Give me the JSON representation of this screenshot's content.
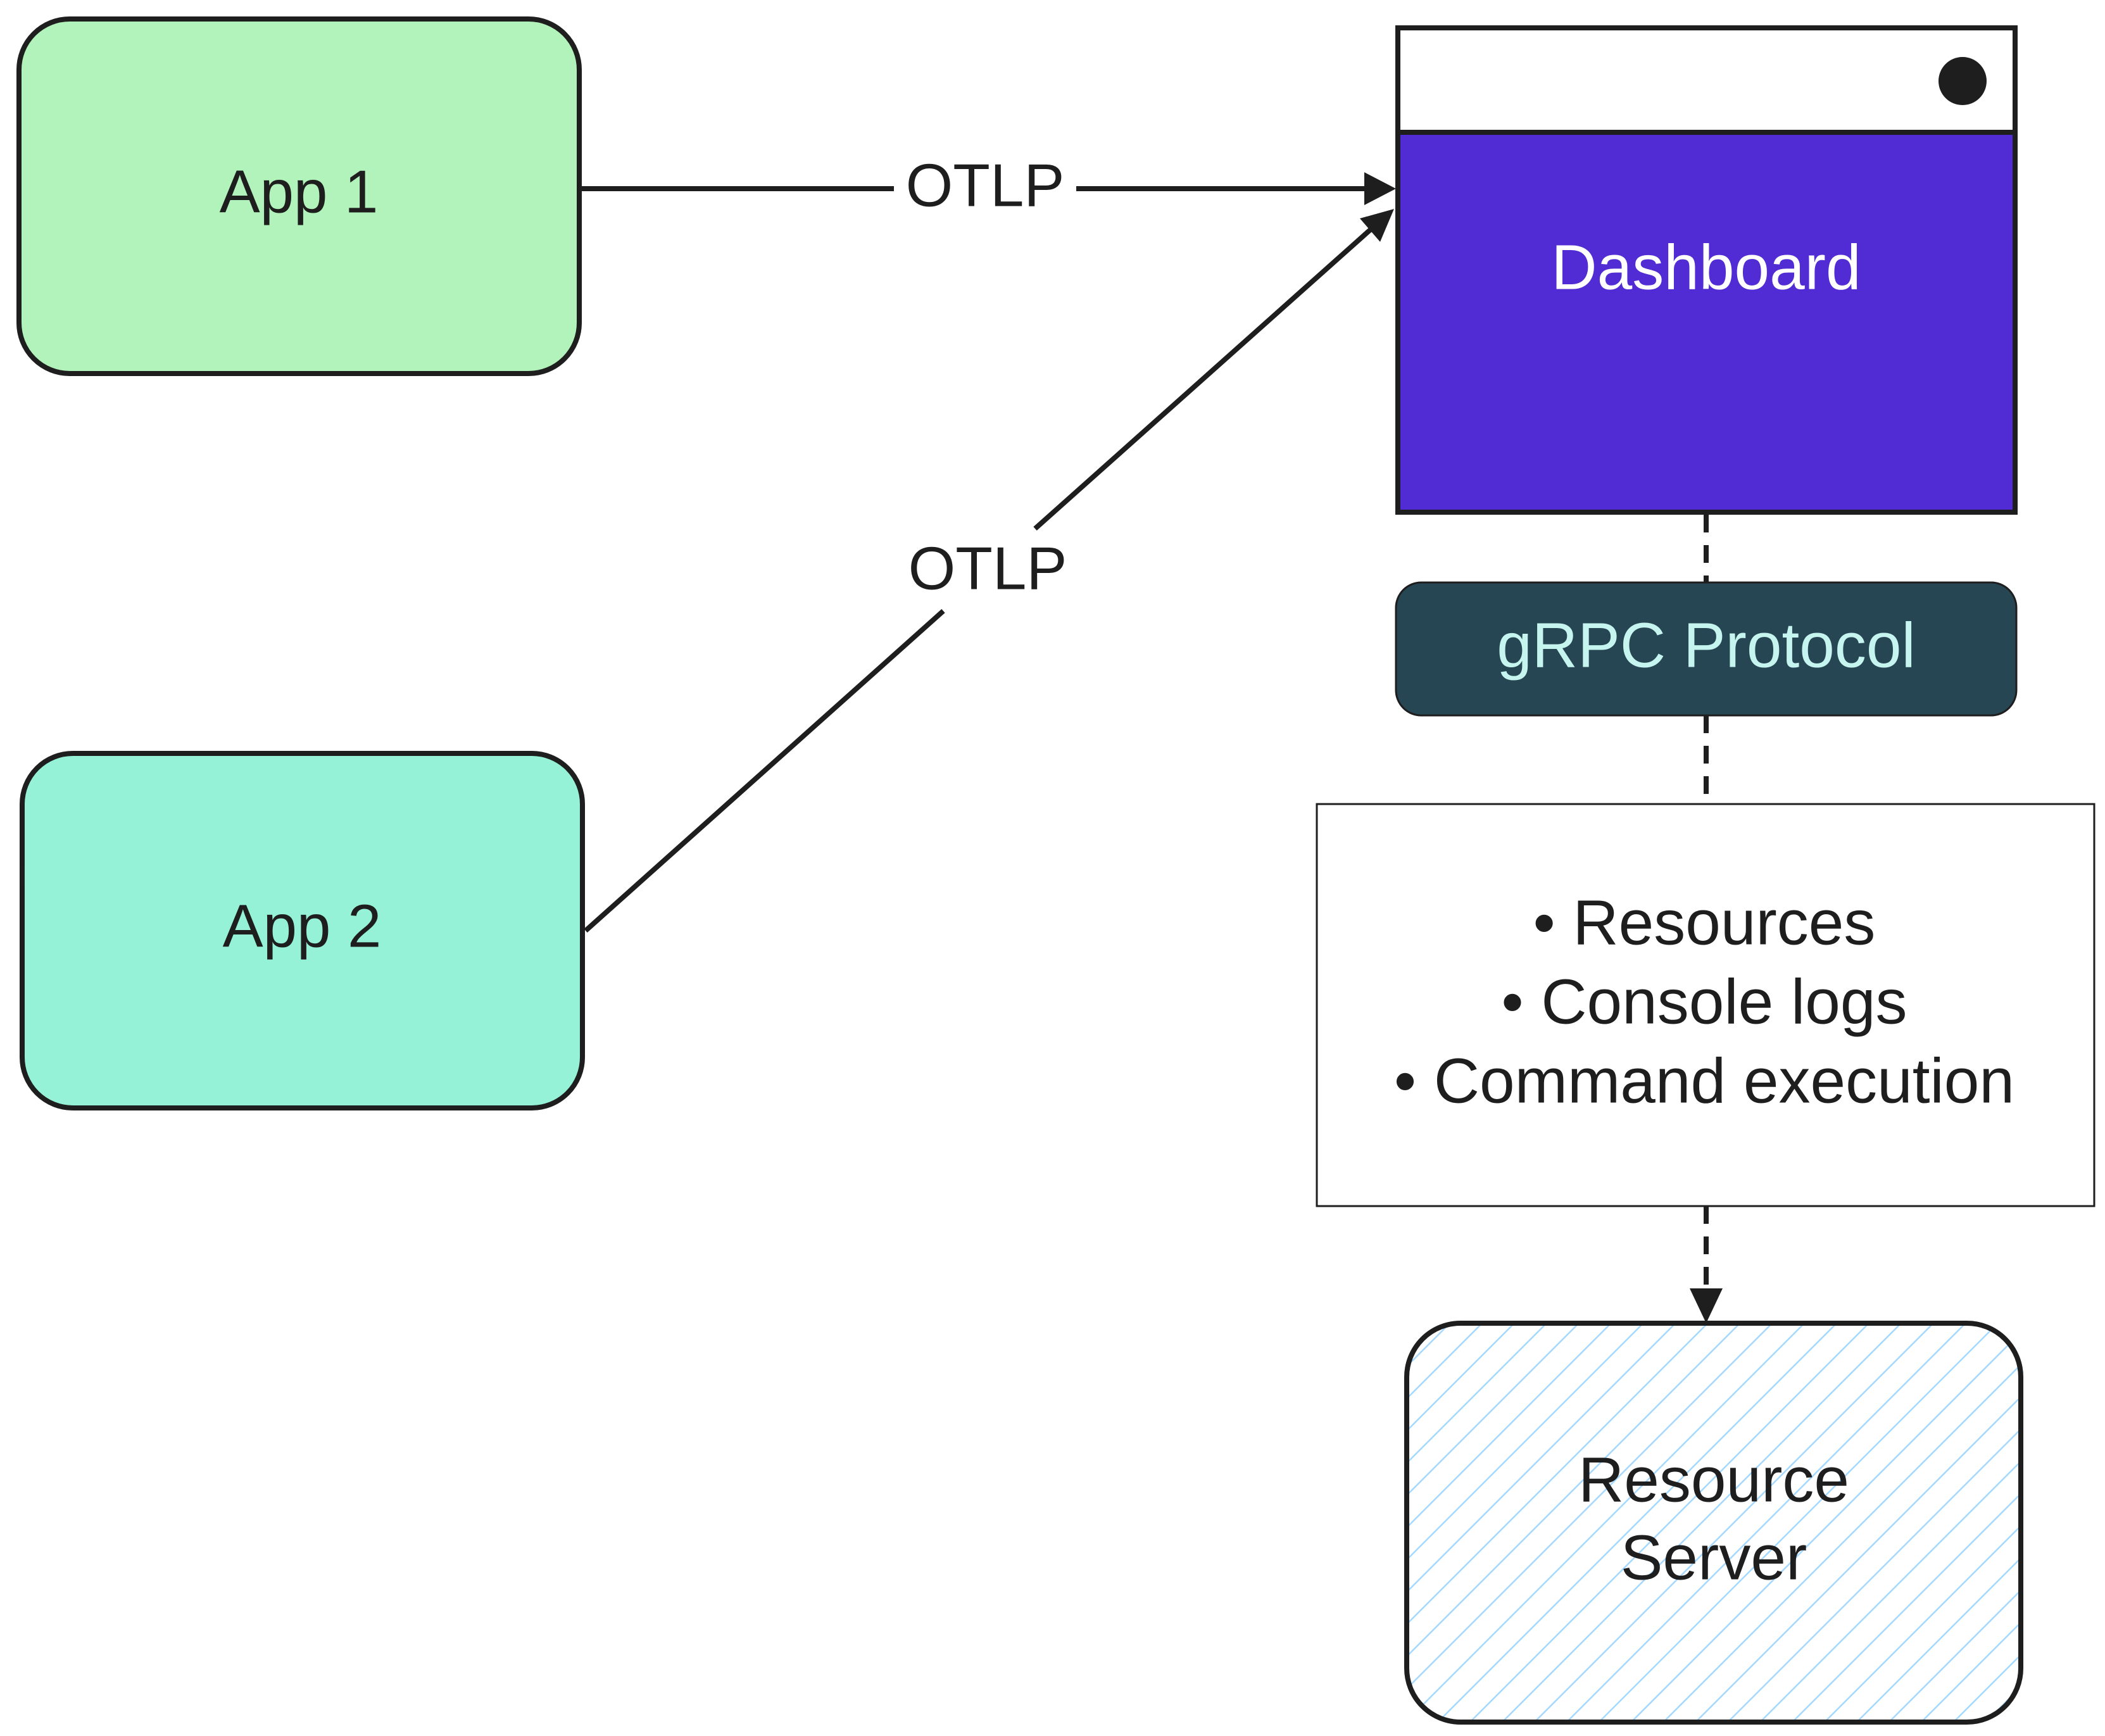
{
  "nodes": {
    "app1": {
      "label": "App 1"
    },
    "app2": {
      "label": "App 2"
    },
    "dashboard": {
      "label": "Dashboard"
    },
    "grpc": {
      "label": "gRPC Protocol"
    },
    "capabilities": {
      "items": [
        "• Resources",
        "• Console logs",
        "• Command execution"
      ]
    },
    "resource_server": {
      "lines": [
        "Resource",
        "Server"
      ]
    }
  },
  "edges": {
    "app1_to_dashboard": {
      "label": "OTLP"
    },
    "app2_to_dashboard": {
      "label": "OTLP"
    }
  },
  "colors": {
    "app1_fill": "#B2F2BB",
    "app2_fill": "#96F2D7",
    "dashboard_fill": "#512BD4",
    "dashboard_text": "#FFFFFF",
    "grpc_fill": "#264653",
    "grpc_text": "#C6F4EE",
    "hatch": "#A5D8FF",
    "stroke": "#1E1E1E"
  }
}
